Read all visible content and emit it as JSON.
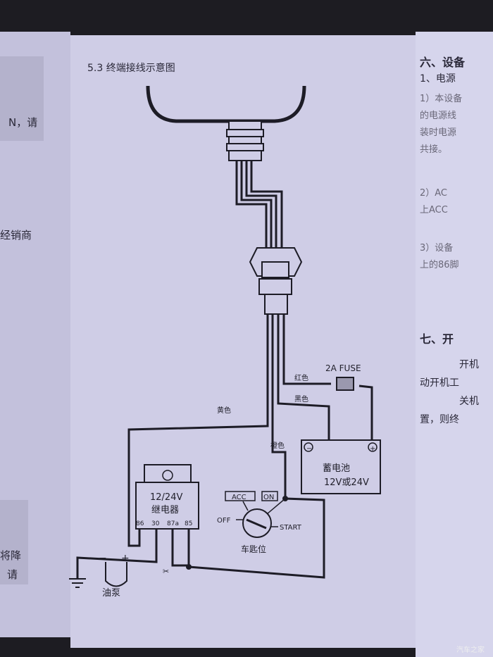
{
  "left_page": {
    "lines": [
      "N，请",
      "经销商",
      "将降",
      "请"
    ]
  },
  "center_page": {
    "title": "5.3 终端接线示意图",
    "wires": {
      "yellow": "黄色",
      "orange": "橙色",
      "black": "黑色",
      "red": "红色"
    },
    "fuse": "2A FUSE",
    "battery": {
      "name": "蓄电池",
      "voltage": "12V或24V",
      "neg": "−",
      "pos": "+"
    },
    "relay": {
      "voltage": "12/24V",
      "name": "继电器",
      "pins": [
        "86",
        "30",
        "87a",
        "85"
      ]
    },
    "key_switch": {
      "name": "车匙位",
      "acc": "ACC",
      "on": "ON",
      "off": "OFF",
      "start": "START"
    },
    "pump": {
      "name": "油泵",
      "minus": "−",
      "plus": "+"
    }
  },
  "right_page": {
    "section6": "六、设备",
    "item1": "1、电源",
    "lines": [
      "1）本设备",
      "的电源线",
      "装时电源",
      "共接。",
      "2）AC",
      "上ACC",
      "3）设备",
      "上的86脚"
    ],
    "section7": "七、开",
    "lines7": [
      "开机",
      "动开机工",
      "关机",
      "置，则终"
    ]
  },
  "watermark": "汽车之家"
}
